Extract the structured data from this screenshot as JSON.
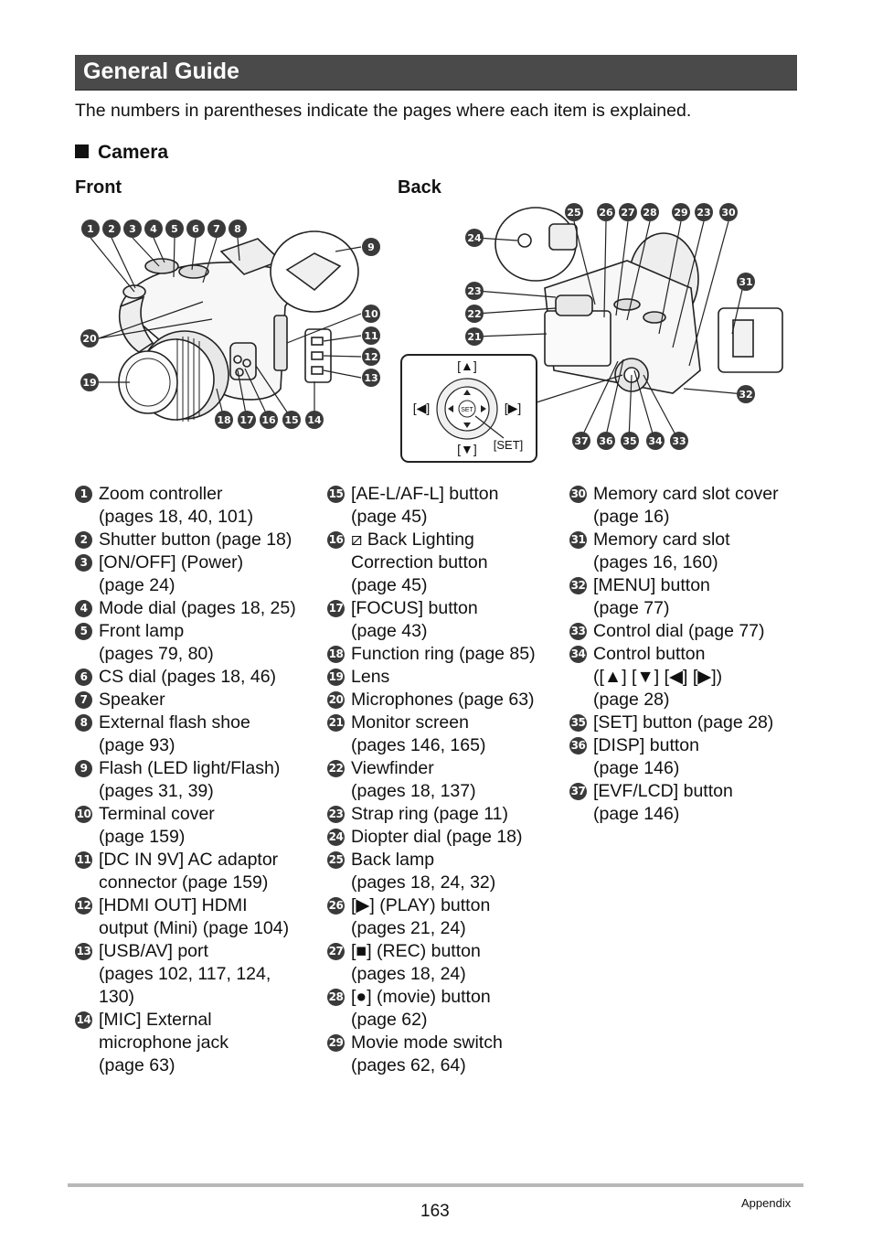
{
  "header": {
    "title": "General Guide"
  },
  "intro": "The numbers in parentheses indicate the pages where each item is explained.",
  "section": "Camera",
  "figures": {
    "front_label": "Front",
    "back_label": "Back",
    "inset": {
      "up": "[▲]",
      "down": "[▼]",
      "left": "[◀]",
      "right": "[▶]",
      "set": "[SET]",
      "set_button": "SET"
    },
    "front_callouts_top": [
      "1",
      "2",
      "3",
      "4",
      "5",
      "6",
      "7",
      "8"
    ],
    "front_callouts_bottom": [
      "18",
      "17",
      "16",
      "15",
      "14"
    ],
    "back_callouts_top": [
      "25",
      "26",
      "27",
      "28",
      "29",
      "23",
      "30"
    ],
    "back_callouts_bottom": [
      "37",
      "36",
      "35",
      "34",
      "33"
    ]
  },
  "columns": [
    [
      {
        "n": "1",
        "lines": [
          "Zoom controller",
          "(pages 18, 40, 101)"
        ]
      },
      {
        "n": "2",
        "lines": [
          "Shutter button (page 18)"
        ]
      },
      {
        "n": "3",
        "lines": [
          "[ON/OFF] (Power)",
          "(page 24)"
        ]
      },
      {
        "n": "4",
        "lines": [
          "Mode dial (pages 18, 25)"
        ]
      },
      {
        "n": "5",
        "lines": [
          "Front lamp",
          "(pages 79, 80)"
        ]
      },
      {
        "n": "6",
        "lines": [
          "CS dial (pages 18, 46)"
        ]
      },
      {
        "n": "7",
        "lines": [
          "Speaker"
        ]
      },
      {
        "n": "8",
        "lines": [
          "External flash shoe",
          "(page 93)"
        ]
      },
      {
        "n": "9",
        "lines": [
          "Flash (LED light/Flash)",
          "(pages 31, 39)"
        ]
      },
      {
        "n": "10",
        "lines": [
          "Terminal cover",
          "(page 159)"
        ]
      },
      {
        "n": "11",
        "lines": [
          "[DC IN 9V] AC adaptor",
          "connector (page 159)"
        ]
      },
      {
        "n": "12",
        "lines": [
          "[HDMI OUT] HDMI",
          "output (Mini) (page 104)"
        ]
      },
      {
        "n": "13",
        "lines": [
          "[USB/AV] port",
          "(pages 102, 117, 124,",
          "130)"
        ]
      },
      {
        "n": "14",
        "lines": [
          "[MIC] External",
          "microphone jack",
          "(page 63)"
        ]
      }
    ],
    [
      {
        "n": "15",
        "lines": [
          "[AE-L/AF-L] button",
          "(page 45)"
        ]
      },
      {
        "n": "16",
        "lines": [
          "⧄ Back Lighting",
          "Correction button",
          "(page 45)"
        ]
      },
      {
        "n": "17",
        "lines": [
          "[FOCUS] button",
          "(page 43)"
        ]
      },
      {
        "n": "18",
        "lines": [
          "Function ring (page 85)"
        ]
      },
      {
        "n": "19",
        "lines": [
          "Lens"
        ]
      },
      {
        "n": "20",
        "lines": [
          "Microphones (page 63)"
        ]
      },
      {
        "n": "21",
        "lines": [
          "Monitor screen",
          "(pages 146, 165)"
        ]
      },
      {
        "n": "22",
        "lines": [
          "Viewfinder",
          "(pages 18, 137)"
        ]
      },
      {
        "n": "23",
        "lines": [
          "Strap ring (page 11)"
        ]
      },
      {
        "n": "24",
        "lines": [
          "Diopter dial (page 18)"
        ]
      },
      {
        "n": "25",
        "lines": [
          "Back lamp",
          "(pages 18, 24, 32)"
        ]
      },
      {
        "n": "26",
        "lines": [
          "[▶] (PLAY) button",
          "(pages 21, 24)"
        ]
      },
      {
        "n": "27",
        "lines": [
          "[■] (REC) button",
          "(pages 18, 24)"
        ]
      },
      {
        "n": "28",
        "lines": [
          "[●] (movie) button",
          "(page 62)"
        ]
      },
      {
        "n": "29",
        "lines": [
          "Movie mode switch",
          "(pages 62, 64)"
        ]
      }
    ],
    [
      {
        "n": "30",
        "lines": [
          "Memory card slot cover",
          "(page 16)"
        ]
      },
      {
        "n": "31",
        "lines": [
          "Memory card slot",
          "(pages 16, 160)"
        ]
      },
      {
        "n": "32",
        "lines": [
          "[MENU] button",
          "(page 77)"
        ]
      },
      {
        "n": "33",
        "lines": [
          "Control dial (page 77)"
        ]
      },
      {
        "n": "34",
        "lines": [
          "Control button",
          "([▲] [▼] [◀] [▶])",
          "(page 28)"
        ]
      },
      {
        "n": "35",
        "lines": [
          "[SET] button (page 28)"
        ]
      },
      {
        "n": "36",
        "lines": [
          "[DISP] button",
          "(page 146)"
        ]
      },
      {
        "n": "37",
        "lines": [
          "[EVF/LCD] button",
          "(page 146)"
        ]
      }
    ]
  ],
  "footer": {
    "page": "163",
    "section": "Appendix"
  },
  "colors": {
    "title_bar": "#4a4a4a",
    "callout": "#3a3a3a",
    "rule": "#b8b8b8"
  }
}
